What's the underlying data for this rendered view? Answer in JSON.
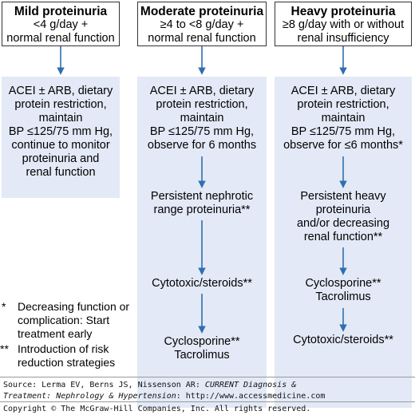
{
  "columns": [
    {
      "title": "Mild proteinuria",
      "subtitle": [
        "<4 g/day +",
        "normal renal function"
      ],
      "treatment": [
        "ACEI ± ARB, dietary",
        "protein restriction,",
        "maintain",
        "BP ≤125/75 mm Hg,",
        "continue to monitor",
        "proteinuria and",
        "renal function"
      ]
    },
    {
      "title": "Moderate proteinuria",
      "subtitle": [
        "≥4 to <8 g/day +",
        "normal renal function"
      ],
      "treatment": [
        "ACEI ± ARB, dietary",
        "protein restriction,",
        "maintain",
        "BP ≤125/75 mm Hg,",
        "observe for 6 months"
      ],
      "steps": [
        [
          "Persistent nephrotic",
          "range proteinuria**"
        ],
        [
          "Cytotoxic/steroids**"
        ],
        [
          "Cyclosporine**",
          "Tacrolimus"
        ]
      ]
    },
    {
      "title": "Heavy proteinuria",
      "subtitle": [
        "≥8 g/day with or without",
        "renal insufficiency"
      ],
      "treatment": [
        "ACEI ± ARB, dietary",
        "protein restriction,",
        "maintain",
        "BP ≤125/75 mm Hg,",
        "observe for ≤6 months*"
      ],
      "steps": [
        [
          "Persistent heavy",
          "proteinuria",
          "and/or decreasing",
          "renal function**"
        ],
        [
          "Cyclosporine**",
          "Tacrolimus"
        ],
        [
          "Cytotoxic/steroids**"
        ]
      ]
    }
  ],
  "legend": [
    {
      "marker": "*",
      "lines": [
        "Decreasing function or",
        "complication: Start",
        "treatment early"
      ]
    },
    {
      "marker": "**",
      "lines": [
        "Introduction of risk",
        "reduction strategies"
      ]
    }
  ],
  "footer": {
    "source_prefix": "Source: Lerma EV, Berns JS, Nissenson AR: ",
    "source_title_1": "CURRENT Diagnosis &",
    "source_title_2": "Treatment: Nephrology & Hypertension",
    "source_suffix": ": http://www.accessmedicine.com",
    "copyright": "Copyright © The McGraw-Hill Companies, Inc. All rights reserved."
  },
  "colors": {
    "panel": "#e3e9f6",
    "arrow": "#2f6fb0",
    "border": "#333333"
  }
}
